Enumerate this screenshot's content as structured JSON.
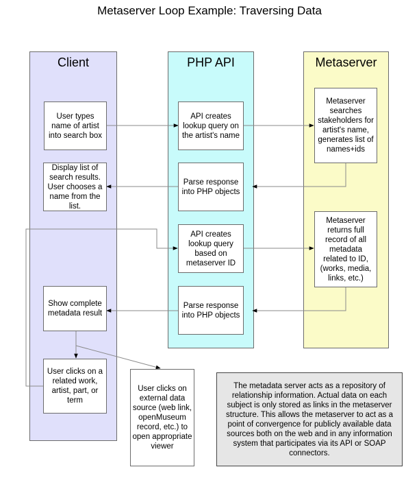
{
  "title": "Metaserver Loop Example: Traversing Data",
  "colors": {
    "client_lane": "#e0e0fb",
    "api_lane": "#c8fbfb",
    "metaserver_lane": "#fbfbc8",
    "note_fill": "#e6e6e6"
  },
  "lanes": {
    "client": "Client",
    "api": "PHP API",
    "metaserver": "Metaserver"
  },
  "boxes": {
    "user_types": "User types name of artist into search box",
    "display_results": "Display list of search results. User chooses a name from the list.",
    "show_complete": "Show complete metadata result",
    "user_clicks_related": "User clicks on a related work, artist, part, or term",
    "api_lookup_name": "API creates lookup query on the artist's name",
    "parse_response_1": "Parse response into PHP objects",
    "api_lookup_id": "API creates lookup query based on metaserver ID",
    "parse_response_2": "Parse response into PHP objects",
    "meta_search": "Metaserver searches stakeholders for artist's name, generates list of names+ids",
    "meta_returns": "Metaserver returns full record of all metadata related to ID, (works, media, links, etc.)",
    "external_source": "User clicks on external data source (web link, openMuseum record, etc.) to open appropriate viewer"
  },
  "note": "The metadata server acts as a repository of relationship information.  Actual data on each subject is only stored as links in the metaserver structure.  This allows the metaserver to act as a point of convergence for publicly available data sources both on the web and in any information system that participates via its API or SOAP connectors."
}
